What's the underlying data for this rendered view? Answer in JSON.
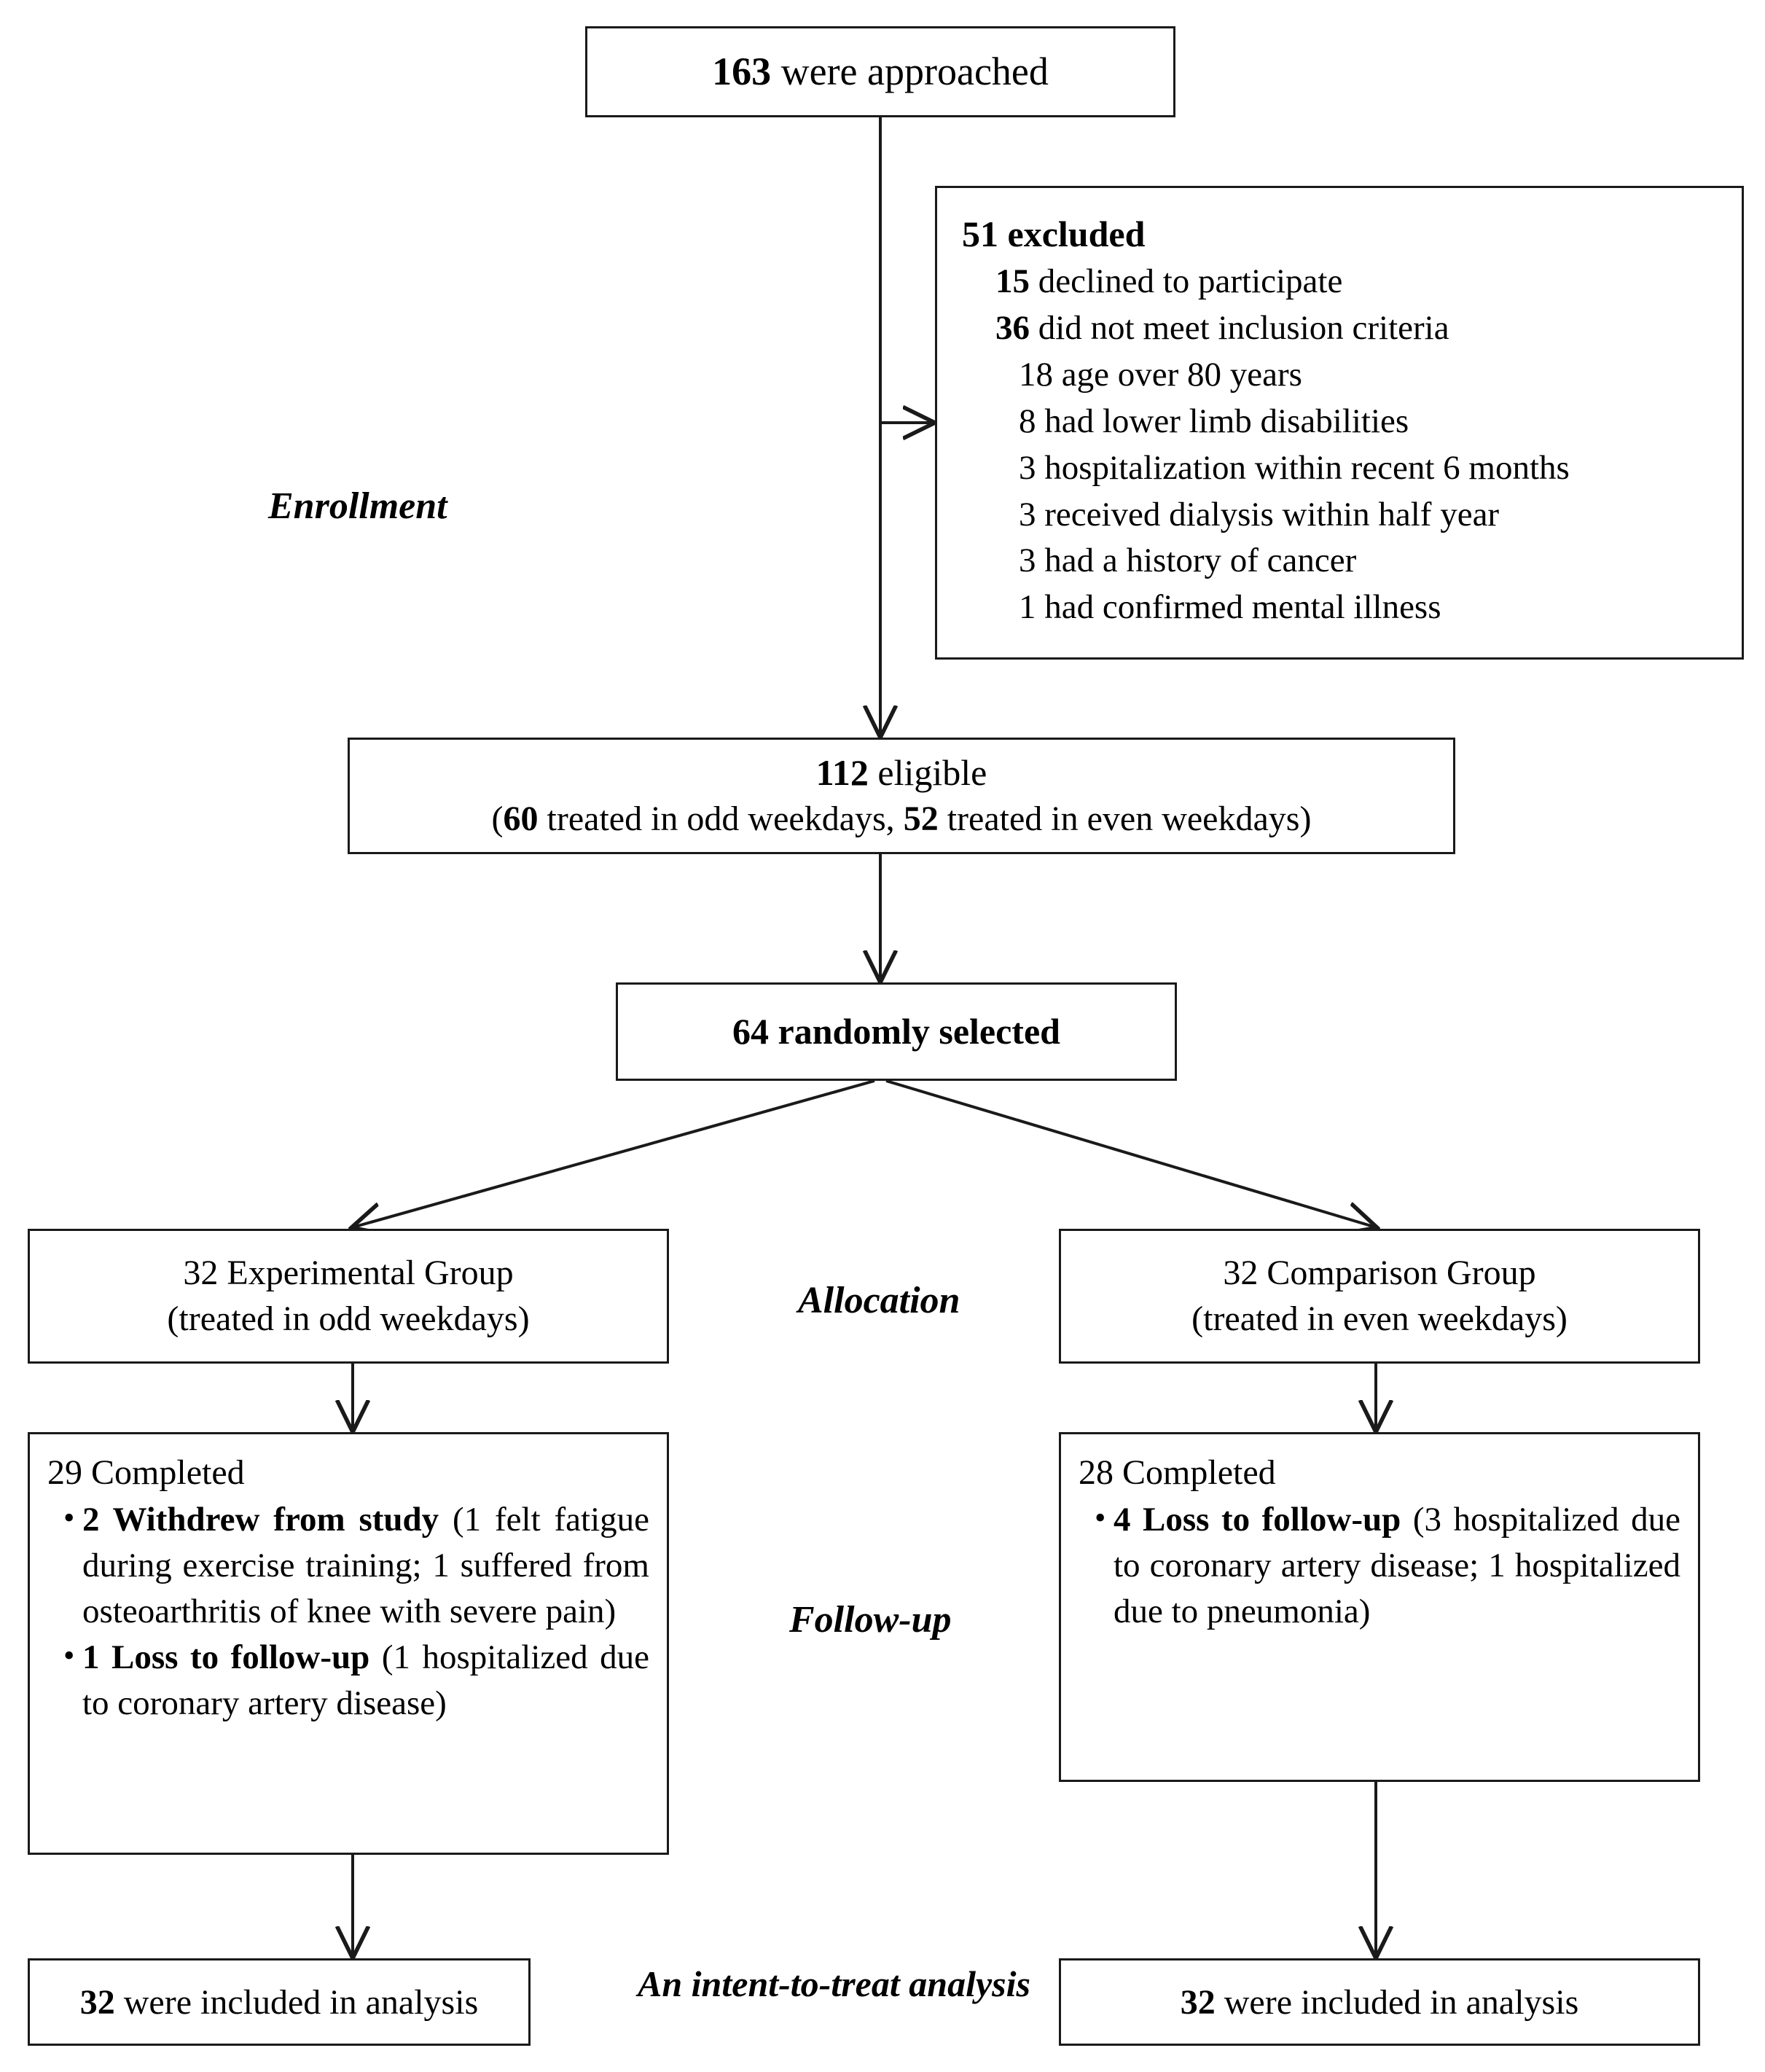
{
  "diagram": {
    "type": "consort-flow-diagram",
    "stage_labels": {
      "enrollment": "Enrollment",
      "allocation": "Allocation",
      "followup": "Follow-up",
      "analysis": "An intent-to-treat analysis"
    },
    "approached": {
      "count": "163",
      "text": "163 were approached"
    },
    "excluded": {
      "heading": "51 excluded",
      "level1": [
        "15 declined to participate",
        "36 did not meet inclusion criteria"
      ],
      "level2": [
        "18 age over 80 years",
        "8 had lower limb disabilities",
        "3 hospitalization within recent 6 months",
        "3 received dialysis within half year",
        "3 had a history of cancer",
        "1 had confirmed mental illness"
      ]
    },
    "eligible": {
      "line1": "112 eligible",
      "line2": "(60 treated in odd weekdays, 52 treated in even weekdays)"
    },
    "randomized": {
      "text": "64 randomly selected"
    },
    "groups": {
      "experimental": {
        "line1": "32 Experimental Group",
        "line2": "(treated in odd weekdays)"
      },
      "comparison": {
        "line1": "32 Comparison Group",
        "line2": "(treated in even weekdays)"
      }
    },
    "followup": {
      "experimental": {
        "completed": "29 Completed",
        "items": [
          {
            "bold": "2 Withdrew from study",
            "detail": " (1 felt fatigue during exercise training; 1 suffered from osteoarthritis of knee with severe pain)"
          },
          {
            "bold": "1 Loss to follow-up",
            "detail": " (1 hospitalized due to coronary artery disease)"
          }
        ]
      },
      "comparison": {
        "completed": "28 Completed",
        "items": [
          {
            "bold": "4 Loss to follow-up",
            "detail": " (3 hospitalized due to coronary artery disease; 1 hospitalized due to pneumonia)"
          }
        ]
      }
    },
    "analysis": {
      "experimental": "32 were included in analysis",
      "comparison": "32 were included in analysis"
    },
    "colors": {
      "border": "#1a1a1a",
      "text": "#000000",
      "background": "#ffffff"
    }
  }
}
